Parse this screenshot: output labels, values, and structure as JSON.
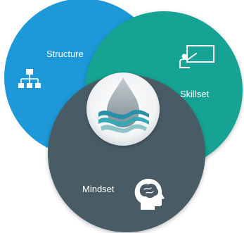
{
  "circles": [
    {
      "id": "structure",
      "label": "Structure",
      "color": "#1d98d8",
      "icon": "org-chart-icon"
    },
    {
      "id": "skillset",
      "label": "Skillset",
      "color": "#17a393",
      "icon": "presentation-board-icon"
    },
    {
      "id": "mindset",
      "label": "Mindset",
      "color": "#4a5b66",
      "icon": "brain-head-icon"
    }
  ],
  "center": {
    "icon": "water-drop-logo-icon",
    "drop_color": "#9aa7ad",
    "wave_colors": [
      "#2a8fa8",
      "#3aa8b4",
      "#8cc4c8"
    ]
  }
}
